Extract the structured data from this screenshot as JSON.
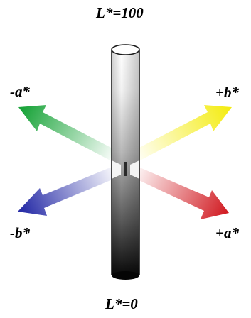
{
  "labels": {
    "top": "L*=100",
    "bottom": "L*=0",
    "neg_a": "-a*",
    "pos_a": "+a*",
    "neg_b": "-b*",
    "pos_b": "+b*"
  },
  "colors": {
    "green": "#1aa43a",
    "red": "#d0151c",
    "blue": "#2a2fa8",
    "yellow": "#f4ec12",
    "outline": "#1a1a1a",
    "white": "#ffffff",
    "black": "#000000"
  }
}
